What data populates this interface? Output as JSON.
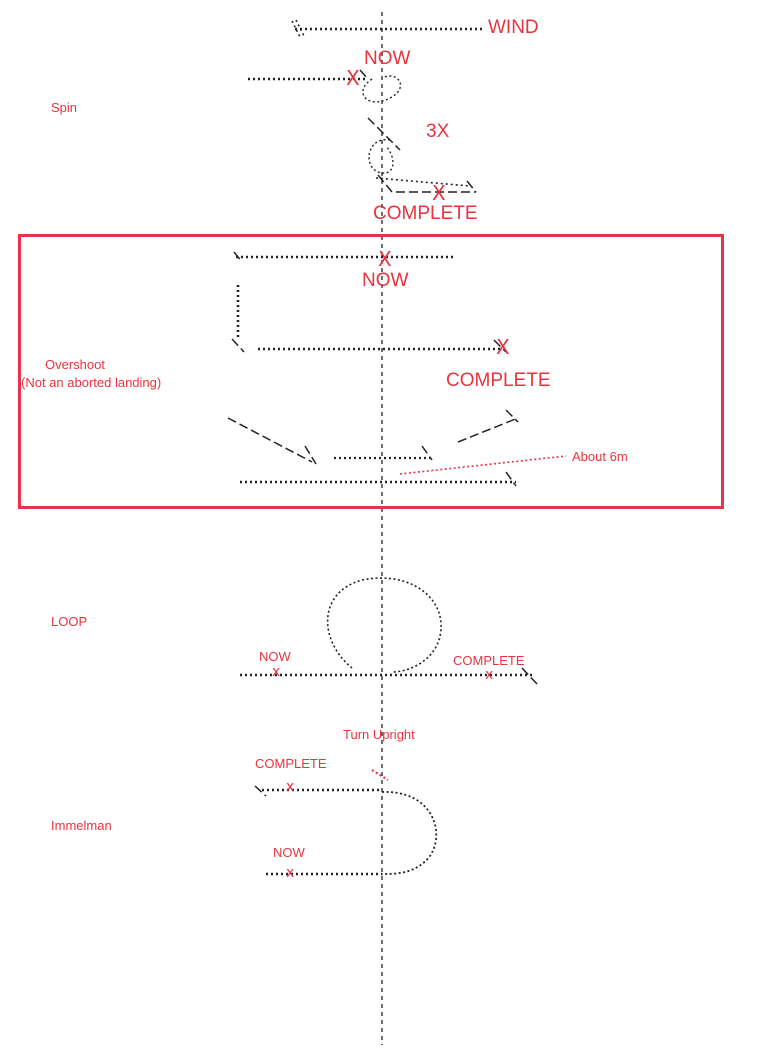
{
  "colors": {
    "accent": "#e8343f",
    "box": "#e8344b",
    "hatch": "#222222"
  },
  "header": {
    "wind": "WIND"
  },
  "spin": {
    "label": "Spin",
    "now": "NOW",
    "rotations": "3X",
    "complete": "COMPLETE",
    "marker": "X"
  },
  "overshoot": {
    "label_line1": "Overshoot",
    "label_line2": "(Not an aborted landing)",
    "now": "NOW",
    "complete": "COMPLETE",
    "distance": "About 6m",
    "marker": "X"
  },
  "loop": {
    "label": "LOOP",
    "now": "NOW",
    "complete": "COMPLETE",
    "marker": "x"
  },
  "immelman": {
    "label": "Immelman",
    "turn": "Turn Upright",
    "complete": "COMPLETE",
    "now": "NOW",
    "marker": "x"
  }
}
